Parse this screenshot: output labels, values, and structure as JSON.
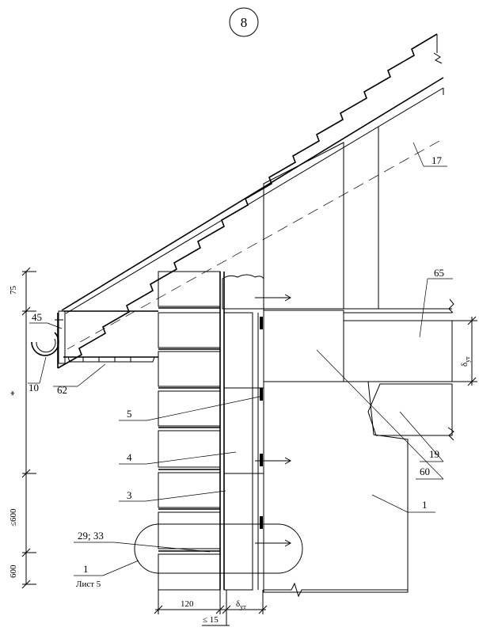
{
  "sheet_number": "8",
  "callouts": {
    "c17": "17",
    "c65": "65",
    "c45": "45",
    "c10": "10",
    "c62": "62",
    "c5": "5",
    "c4": "4",
    "c3": "3",
    "c29_33": "29; 33",
    "c1_left": "1",
    "sheet_ref": "Лист 5",
    "c19": "19",
    "c60": "60",
    "c1_right": "1"
  },
  "dimensions": {
    "d75": "75",
    "dstar": "*",
    "d600le": "≤600",
    "d600": "600",
    "d120": "120",
    "d15": "≤ 15",
    "delta_bottom": "δ",
    "delta_bottom_sub": "ут",
    "delta_right": "δ",
    "delta_right_sub": "ут"
  },
  "colors": {
    "line": "#000000",
    "background": "#ffffff"
  }
}
